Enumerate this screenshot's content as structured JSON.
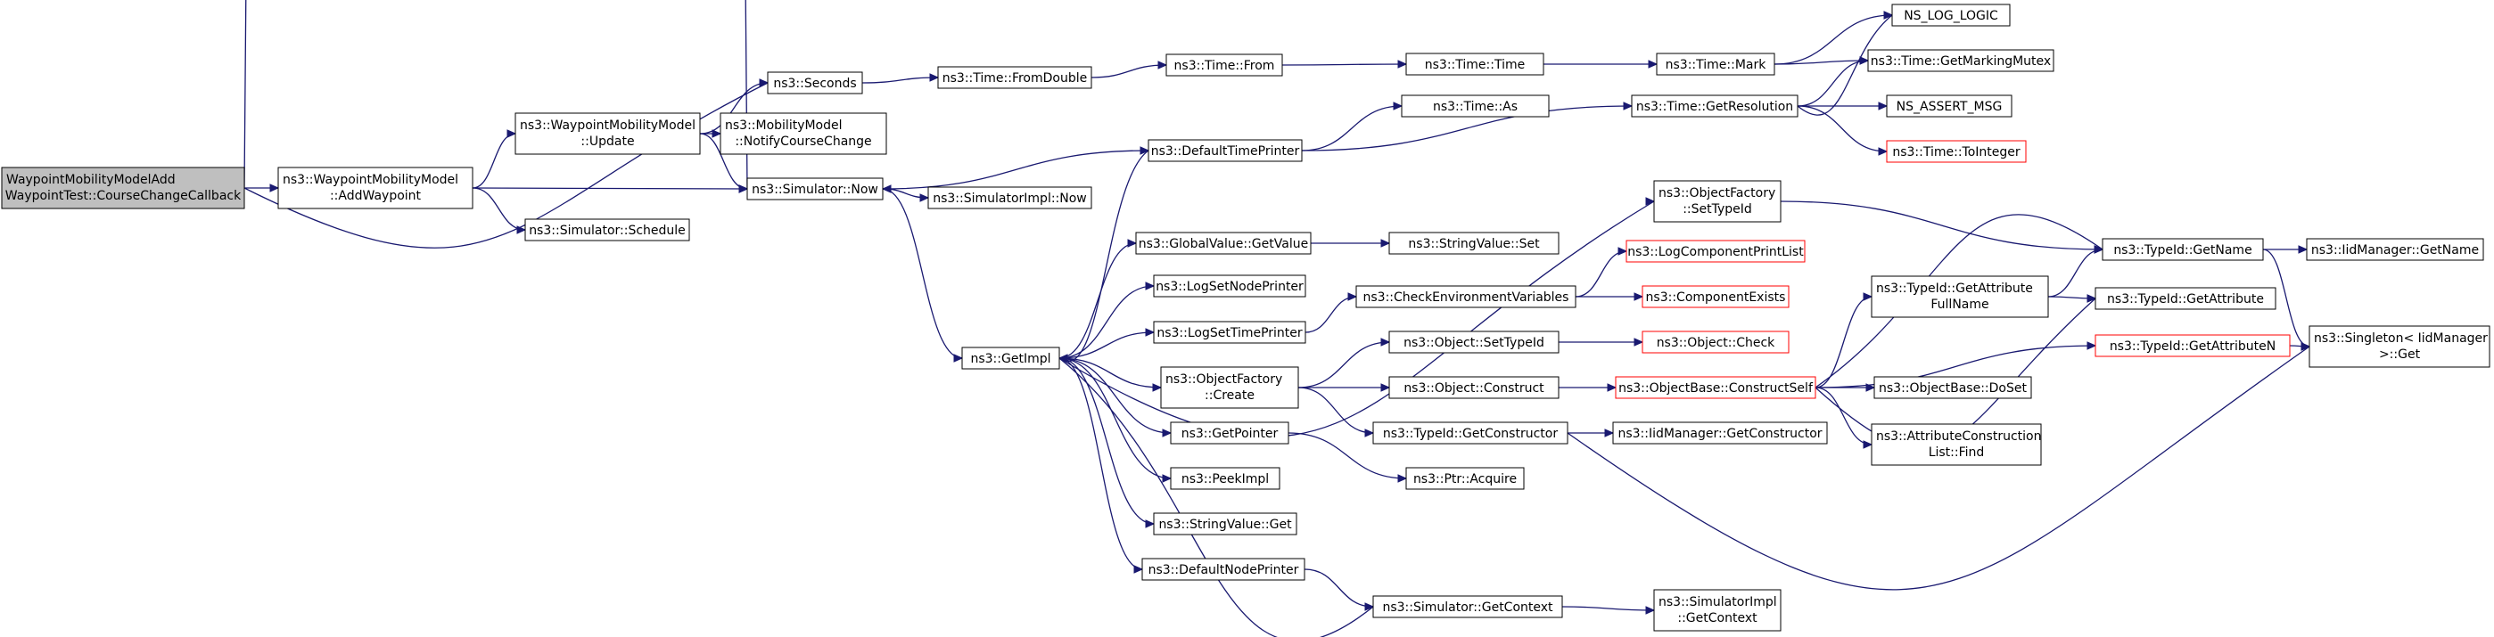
{
  "colors": {
    "edge": "#191970",
    "root_fill": "#bfbfbf",
    "truncated_border": "#ff0000",
    "node_border": "#000000",
    "background": "#ffffff"
  },
  "nodes": {
    "n_root": {
      "lines": [
        "WaypointMobilityModelAdd",
        "WaypointTest::CourseChangeCallback"
      ],
      "style": "root"
    },
    "n_addwp": {
      "lines": [
        "ns3::WaypointMobilityModel",
        "::AddWaypoint"
      ]
    },
    "n_update": {
      "lines": [
        "ns3::WaypointMobilityModel",
        "::Update"
      ]
    },
    "n_notify": {
      "lines": [
        "ns3::MobilityModel",
        "::NotifyCourseChange"
      ]
    },
    "n_seconds": {
      "lines": [
        "ns3::Seconds"
      ]
    },
    "n_now": {
      "lines": [
        "ns3::Simulator::Now"
      ]
    },
    "n_schedule": {
      "lines": [
        "ns3::Simulator::Schedule"
      ]
    },
    "n_fromdouble": {
      "lines": [
        "ns3::Time::FromDouble"
      ]
    },
    "n_simimplnow": {
      "lines": [
        "ns3::SimulatorImpl::Now"
      ]
    },
    "n_getimpl": {
      "lines": [
        "ns3::GetImpl"
      ]
    },
    "n_timefrom": {
      "lines": [
        "ns3::Time::From"
      ]
    },
    "n_defaulttime": {
      "lines": [
        "ns3::DefaultTimePrinter"
      ]
    },
    "n_gvget": {
      "lines": [
        "ns3::GlobalValue::GetValue"
      ]
    },
    "n_lognode": {
      "lines": [
        "ns3::LogSetNodePrinter"
      ]
    },
    "n_logtime": {
      "lines": [
        "ns3::LogSetTimePrinter"
      ]
    },
    "n_ofcreate": {
      "lines": [
        "ns3::ObjectFactory",
        "::Create"
      ]
    },
    "n_getpointer": {
      "lines": [
        "ns3::GetPointer"
      ]
    },
    "n_peekimpl": {
      "lines": [
        "ns3::PeekImpl"
      ]
    },
    "n_svget": {
      "lines": [
        "ns3::StringValue::Get"
      ]
    },
    "n_defaultnode": {
      "lines": [
        "ns3::DefaultNodePrinter"
      ]
    },
    "n_timetime": {
      "lines": [
        "ns3::Time::Time"
      ]
    },
    "n_timeas": {
      "lines": [
        "ns3::Time::As"
      ]
    },
    "n_svset": {
      "lines": [
        "ns3::StringValue::Set"
      ]
    },
    "n_checkenv": {
      "lines": [
        "ns3::CheckEnvironmentVariables"
      ]
    },
    "n_setobjtypeid": {
      "lines": [
        "ns3::Object::SetTypeId"
      ]
    },
    "n_construct": {
      "lines": [
        "ns3::Object::Construct"
      ]
    },
    "n_getctor": {
      "lines": [
        "ns3::TypeId::GetConstructor"
      ]
    },
    "n_acquire": {
      "lines": [
        "ns3::Ptr::Acquire"
      ]
    },
    "n_getcontext": {
      "lines": [
        "ns3::Simulator::GetContext"
      ]
    },
    "n_timemark": {
      "lines": [
        "ns3::Time::Mark"
      ]
    },
    "n_getres": {
      "lines": [
        "ns3::Time::GetResolution"
      ]
    },
    "n_ofsettypeid": {
      "lines": [
        "ns3::ObjectFactory",
        "::SetTypeId"
      ]
    },
    "n_logprint": {
      "lines": [
        "ns3::LogComponentPrintList"
      ],
      "style": "red"
    },
    "n_compexists": {
      "lines": [
        "ns3::ComponentExists"
      ],
      "style": "red"
    },
    "n_objcheck": {
      "lines": [
        "ns3::Object::Check"
      ],
      "style": "red"
    },
    "n_constructself": {
      "lines": [
        "ns3::ObjectBase::ConstructSelf"
      ],
      "style": "red"
    },
    "n_iidgetctor": {
      "lines": [
        "ns3::IidManager::GetConstructor"
      ]
    },
    "n_simimplctx": {
      "lines": [
        "ns3::SimulatorImpl",
        "::GetContext"
      ]
    },
    "n_nslog": {
      "lines": [
        "NS_LOG_LOGIC"
      ]
    },
    "n_getmutex": {
      "lines": [
        "ns3::Time::GetMarkingMutex"
      ]
    },
    "n_nsassert": {
      "lines": [
        "NS_ASSERT_MSG"
      ]
    },
    "n_tointeger": {
      "lines": [
        "ns3::Time::ToInteger"
      ],
      "style": "red"
    },
    "n_tidgetname": {
      "lines": [
        "ns3::TypeId::GetName"
      ]
    },
    "n_getattrfull": {
      "lines": [
        "ns3::TypeId::GetAttribute",
        "FullName"
      ]
    },
    "n_getattr": {
      "lines": [
        "ns3::TypeId::GetAttribute"
      ]
    },
    "n_getattrn": {
      "lines": [
        "ns3::TypeId::GetAttributeN"
      ],
      "style": "red"
    },
    "n_doset": {
      "lines": [
        "ns3::ObjectBase::DoSet"
      ]
    },
    "n_attrfind": {
      "lines": [
        "ns3::AttributeConstruction",
        "List::Find"
      ]
    },
    "n_iidgetname": {
      "lines": [
        "ns3::IidManager::GetName"
      ]
    },
    "n_singleton": {
      "lines": [
        "ns3::Singleton< IidManager",
        ">::Get"
      ]
    }
  }
}
